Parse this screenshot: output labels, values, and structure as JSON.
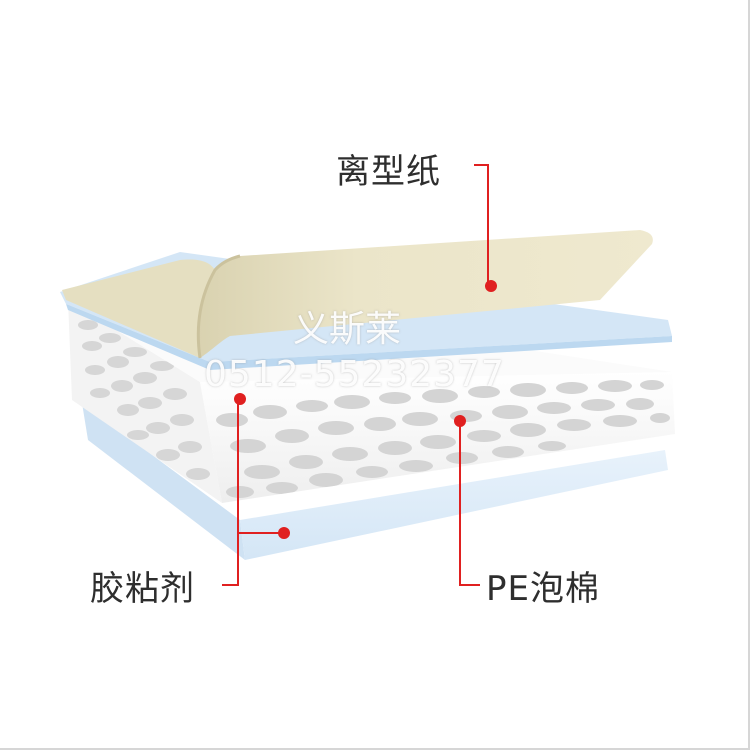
{
  "labels": {
    "release_paper": "离型纸",
    "adhesive": "胶粘剂",
    "pe_foam": "PE泡棉"
  },
  "watermark": {
    "name": "义斯莱",
    "phone": "0512-55232377"
  },
  "colors": {
    "release_paper": "#e9e3c6",
    "adhesive": "#dcebf8",
    "foam": "#f6f6f6",
    "foam_holes": "#d4d4d4",
    "callout": "#e02020"
  }
}
